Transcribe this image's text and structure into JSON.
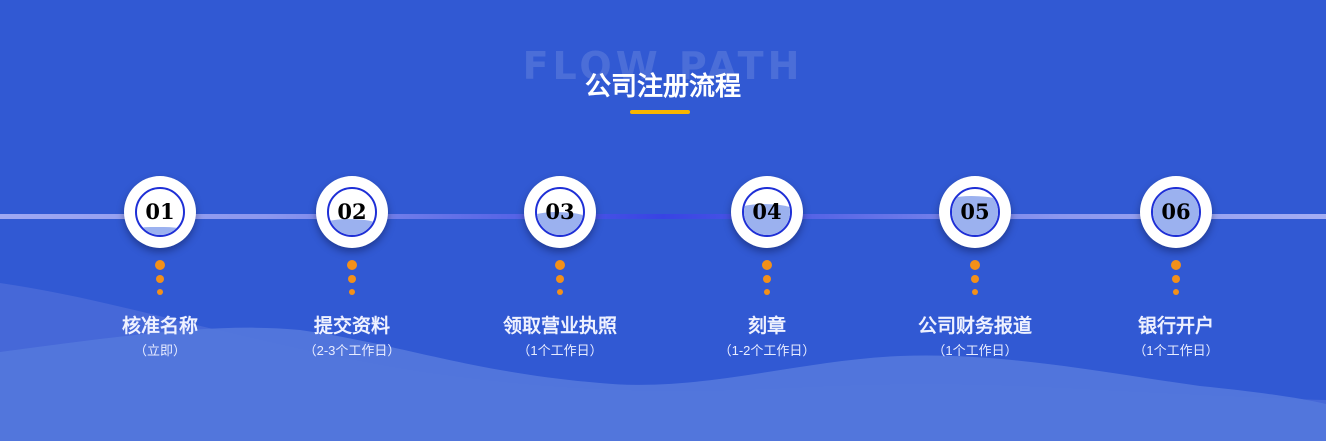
{
  "header": {
    "background_title": "FLOW PATH",
    "title": "公司注册流程",
    "underline_color": "#f7b500"
  },
  "colors": {
    "background": "#3159d3",
    "dot": "#f39019",
    "badge_ring": "#1e2fd6",
    "badge_fill": "#9bb1ef"
  },
  "steps": [
    {
      "number": "01",
      "title": "核准名称",
      "duration": "（立即）",
      "fill_percent": 18
    },
    {
      "number": "02",
      "title": "提交资料",
      "duration": "（2-3个工作日）",
      "fill_percent": 35
    },
    {
      "number": "03",
      "title": "领取营业执照",
      "duration": "（1个工作日）",
      "fill_percent": 50
    },
    {
      "number": "04",
      "title": "刻章",
      "duration": "（1-2个工作日）",
      "fill_percent": 68
    },
    {
      "number": "05",
      "title": "公司财务报道",
      "duration": "（1个工作日）",
      "fill_percent": 85
    },
    {
      "number": "06",
      "title": "银行开户",
      "duration": "（1个工作日）",
      "fill_percent": 100
    }
  ]
}
